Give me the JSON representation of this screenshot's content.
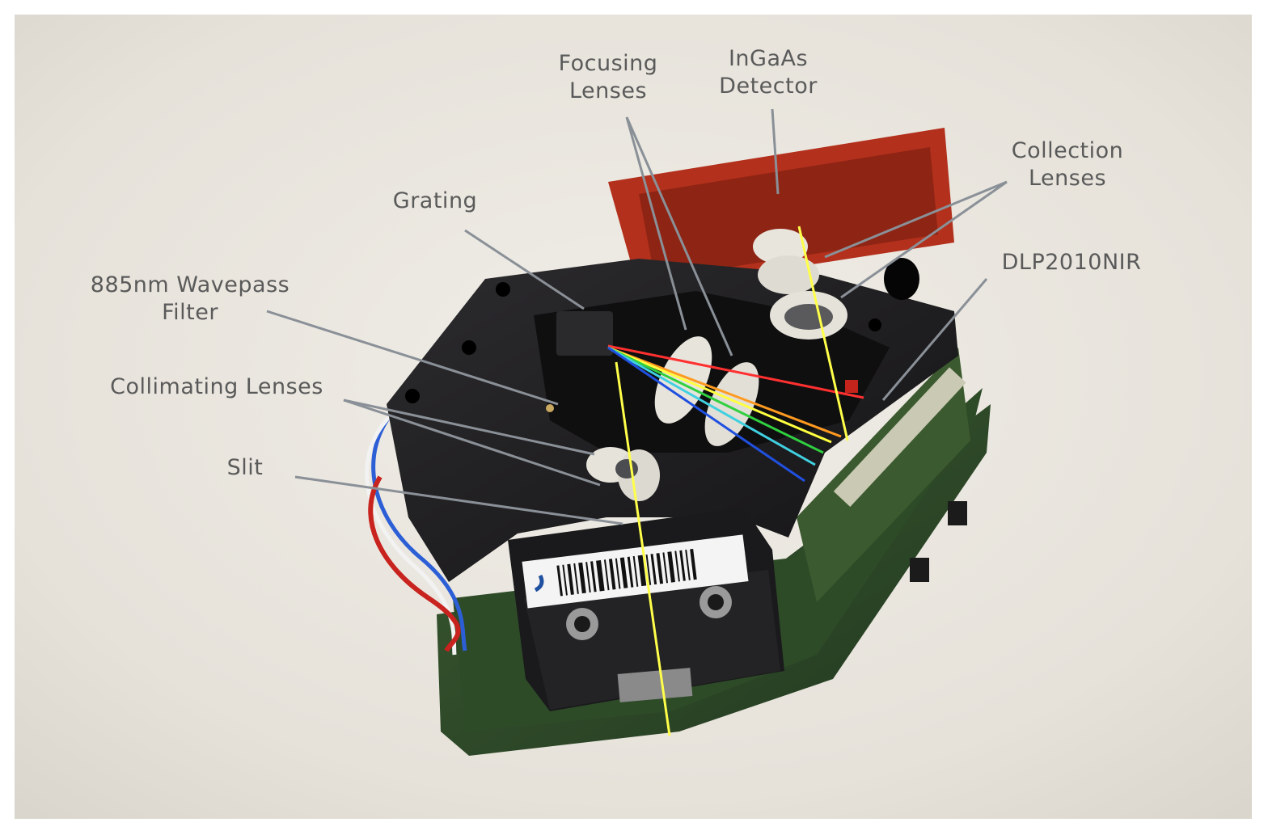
{
  "labels": {
    "focusing_lenses": [
      "Focusing",
      "Lenses"
    ],
    "ingaas_detector": [
      "InGaAs",
      "Detector"
    ],
    "collection_lenses": [
      "Collection",
      "Lenses"
    ],
    "grating": "Grating",
    "dlp2010nir": "DLP2010NIR",
    "wavepass_filter": [
      "885nm Wavepass",
      "Filter"
    ],
    "collimating_lenses": "Collimating Lenses",
    "slit": "Slit"
  },
  "colors": {
    "background": "#e9e5de",
    "housing": "#1d1c1e",
    "pcb_red": "#b3301c",
    "pcb_green": "#2f4a27",
    "lens_white": "#e7e4dc",
    "leader_line": "#8a9097",
    "beam_yellow": "#ffff4a",
    "label_text": "#5a5a5a"
  }
}
